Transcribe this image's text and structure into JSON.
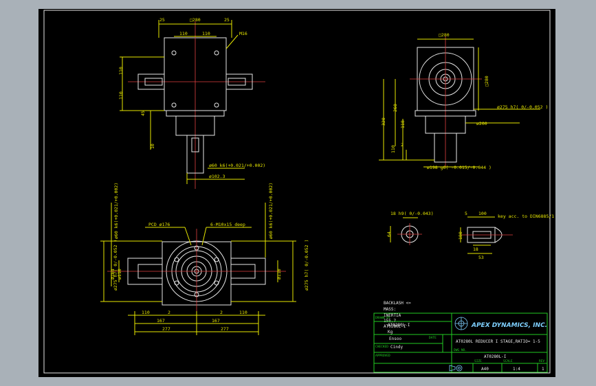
{
  "top_view": {
    "dims": {
      "square": "□280",
      "d25a": "25",
      "d25b": "25",
      "d110a": "110",
      "d110b": "110",
      "thread": "M16",
      "v110a": "110",
      "v110b": "110",
      "v45": "45",
      "v10": "10",
      "shaft": "ø60 k6(+0.021/+0.002)",
      "flange": "ø102.3"
    }
  },
  "side_view": {
    "dims": {
      "square": "□280",
      "square_v": "□280",
      "h320": "320",
      "h260": "260",
      "h118": "118",
      "h110": "110",
      "h2": "2",
      "dia275": "ø275 h7(  0/-0.052 )",
      "dia200": "ø200",
      "dia198": "ø198 g6( -0.015/-0.044 )"
    }
  },
  "front_view": {
    "dims": {
      "pcd": "PCD ø176",
      "holes": "6-M10x15 deep",
      "left_shaft": "ø60 k6(+0.021/+0.002)",
      "right_shaft": "ø60 k6(+0.021/+0.002)",
      "left_275": "ø275 h7( 0/-0.052 )",
      "left_164": "ø164",
      "left_110": "ø110",
      "right_110": "ø110",
      "right_275": "ø275 h7( 0/-0.052 )",
      "b110a": "110",
      "b2a": "2",
      "b2b": "2",
      "b110b": "110",
      "b167a": "167",
      "b167b": "167",
      "b277a": "277",
      "b277b": "277"
    }
  },
  "key_details": {
    "d1": "18 h9(  0/-0.043)",
    "d64": "64",
    "d5": "5",
    "d100": "100",
    "key_note": "key acc. to DIN6885/1",
    "d180": "180",
    "d53": "53",
    "d18": "18"
  },
  "notes": {
    "backlash": "BACKLASH <=",
    "mass": "MASS:",
    "lines": [
      "INERTIA",
      "155.7",
      "AT0280L-I",
      "Kg"
    ]
  },
  "title_block": {
    "company": "APEX DYNAMICS, INC.",
    "title": "AT0280L REDUCER I STAGE,RATIO= 1-5",
    "part": "AT0280L-I",
    "part_left": "AT0280L-I",
    "drawn_by": "DRAWN BY",
    "date_label": "DATE",
    "checked_by": "CHECKED",
    "approved_by": "APPROVED",
    "name1": "Ensoo",
    "name2": "Cindy",
    "dwg_no": "DWG NO.",
    "size_label": "SIZE",
    "size": "A40",
    "scale_label": "SCALE",
    "scale": "1:4",
    "rev_label": "REV",
    "rev": "1"
  }
}
